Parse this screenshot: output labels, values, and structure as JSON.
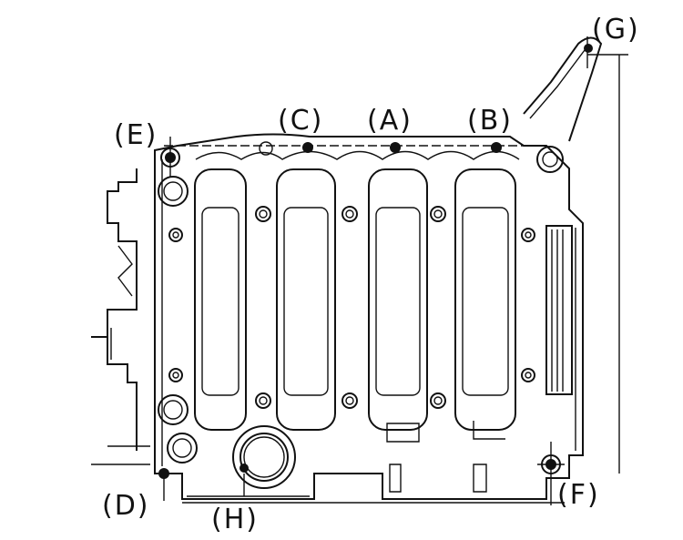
{
  "diagram": {
    "labels": {
      "a": "(A)",
      "b": "(B)",
      "c": "(C)",
      "d": "(D)",
      "e": "(E)",
      "f": "(F)",
      "g": "(G)",
      "h": "(H)"
    },
    "colors": {
      "line": "#111111",
      "background": "#ffffff"
    }
  }
}
